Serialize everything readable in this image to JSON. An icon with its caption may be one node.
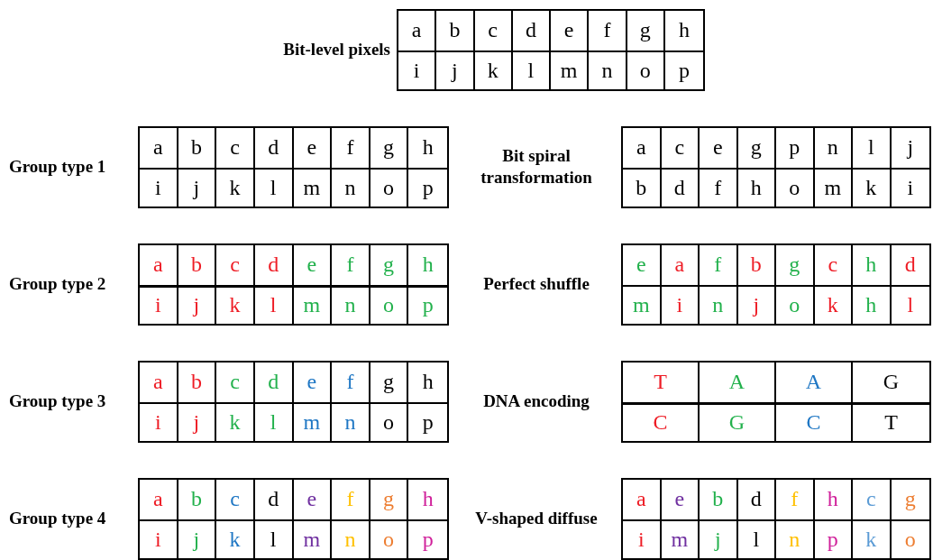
{
  "diagram": {
    "labels": [
      "Bit-level pixels",
      "a",
      "b",
      "c",
      "d",
      "e",
      "f",
      "g",
      "h",
      "i",
      "j",
      "k",
      "l",
      "m",
      "n",
      "o",
      "p",
      "Group type 1",
      "a",
      "b",
      "c",
      "d",
      "e",
      "f",
      "g",
      "h",
      "i",
      "j",
      "k",
      "l",
      "m",
      "n",
      "o",
      "p",
      "Bit spiral transformation",
      "a",
      "c",
      "e",
      "g",
      "p",
      "n",
      "l",
      "j",
      "b",
      "d",
      "f",
      "h",
      "o",
      "m",
      "k",
      "i",
      "Group type 2",
      "a",
      "b",
      "c",
      "d",
      "e",
      "f",
      "g",
      "h",
      "i",
      "j",
      "k",
      "l",
      "m",
      "n",
      "o",
      "p",
      "Perfect shuffle",
      "e",
      "a",
      "f",
      "b",
      "g",
      "c",
      "h",
      "d",
      "m",
      "i",
      "n",
      "j",
      "o",
      "k",
      "h",
      "l",
      "Group type 3",
      "a",
      "b",
      "c",
      "d",
      "e",
      "f",
      "g",
      "h",
      "i",
      "j",
      "k",
      "l",
      "m",
      "n",
      "o",
      "p",
      "DNA encoding",
      "T",
      "A",
      "A",
      "G",
      "C",
      "G",
      "C",
      "T",
      "Group type 4",
      "a",
      "b",
      "c",
      "d",
      "e",
      "f",
      "g",
      "h",
      "i",
      "j",
      "k",
      "l",
      "m",
      "n",
      "o",
      "p",
      "V-shaped diffuse",
      "a",
      "e",
      "b",
      "d",
      "f",
      "h",
      "c",
      "g",
      "i",
      "m",
      "j",
      "l",
      "n",
      "p",
      "k",
      "o"
    ]
  }
}
